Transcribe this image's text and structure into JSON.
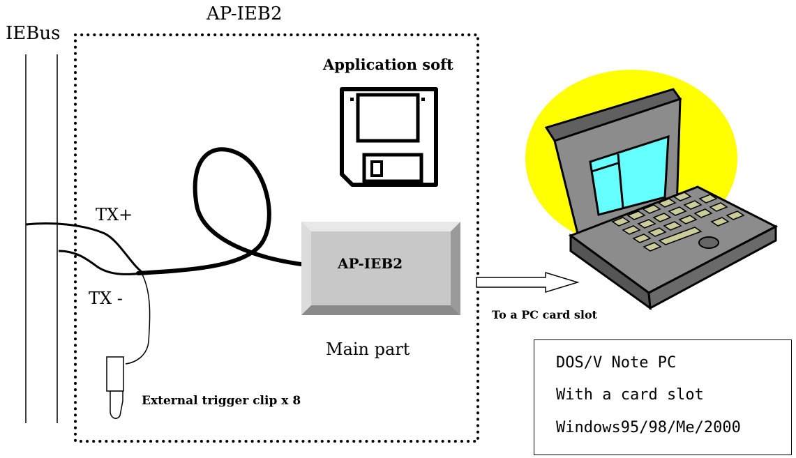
{
  "labels": {
    "system_title": "AP-IEB2",
    "bus_label": "IEBus",
    "application_soft": "Application soft",
    "tx_plus": "TX+",
    "tx_minus": "TX -",
    "device_label": "AP-IEB2",
    "main_part": "Main part",
    "to_pc_card_slot": "To a PC card slot",
    "trigger_clip": "External trigger clip x 8"
  },
  "pc_info": {
    "lines": [
      "DOS/V Note PC",
      "With a card slot",
      "Windows95/98/Me/2000"
    ]
  },
  "colors": {
    "device_fill": "#c8c8c8",
    "laptop_backdrop": "#ffff00",
    "screen": "#66ffff",
    "laptop_body": "#808080",
    "keys": "#cccc99"
  },
  "icons": [
    "floppy-disk-icon",
    "laptop-icon",
    "arrow-icon",
    "trigger-clip-icon"
  ]
}
